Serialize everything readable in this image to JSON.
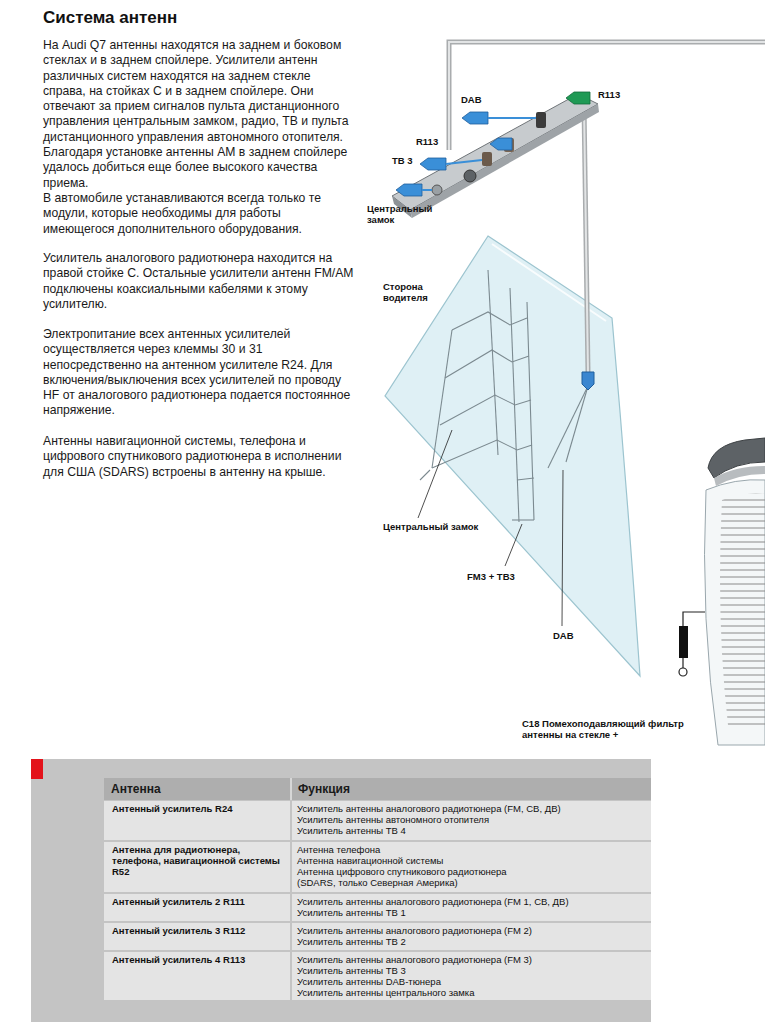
{
  "diagram": {
    "title": "Система антенн",
    "labels": [
      "На Audi Q7 антенны находятся на заднем и боковом стеклах и в заднем спойлере. Усилители антенн различных систем находятся на заднем стекле справа, на стойках С и в заднем спойлере. Они отвечают за прием сигналов пульта дистанционного управления центральным замком, радио, ТВ и пульта дистанционного управления автономного отопителя. Благодаря установке антенны АМ в заднем спойлере удалось добиться еще более высокого качества приема.",
      "В автомобиле устанавливаются всегда только те модули, которые необходимы для работы имеющегося дополнительного оборудования.",
      "Усилитель аналогового радиотюнера находится на правой стойке С. Остальные усилители антенн FM/AM подключены коаксиальными кабелями к этому усилителю.",
      "Электропитание всех антенных усилителей осуществляется через клеммы 30 и 31 непосредственно на антенном усилителе R24. Для включения/выключения всех усилителей по проводу HF от аналогового радиотюнера подается постоянное напряжение.",
      "Антенны навигационной системы, телефона и цифрового спутникового радиотюнера в исполнении для США (SDARS) встроены в антенну на крыше.",
      "DAB",
      "R113",
      "R113",
      "ТВ 3",
      "Центральный замок",
      "Сторона водителя",
      "Центральный замок",
      "FM3 + ТВ3",
      "DAB",
      "C18 Помехоподавляющий фильтр антенны на стекле +",
      "Антенна",
      "Функция",
      "Антенный усилитель R24",
      "Усилитель антенны аналогового радиотюнера (FM, СВ, ДВ)",
      "Усилитель антенны автономного отопителя",
      "Усилитель антенны ТВ 4",
      "Антенна для радиотюнера, телефона, навигационной системы R52",
      "Антенна телефона",
      "Антенна навигационной системы",
      "Антенна цифрового спутникового радиотюнера",
      "(SDARS, только Северная Америка)",
      "Антенный усилитель 2 R111",
      "Усилитель антенны аналогового радиотюнера (FM 1, СВ, ДВ)",
      "Усилитель антенны ТВ 1",
      "Антенный усилитель 3 R112",
      "Усилитель антенны аналогового радиотюнера (FM 2)",
      "Усилитель антенны ТВ 2",
      "Антенный усилитель 4 R113",
      "Усилитель антенны аналогового радиотюнера (FM 3)",
      "Усилитель антенны ТВ 3",
      "Усилитель антенны DAB-тюнера",
      "Усилитель антенны центрального замка"
    ]
  }
}
